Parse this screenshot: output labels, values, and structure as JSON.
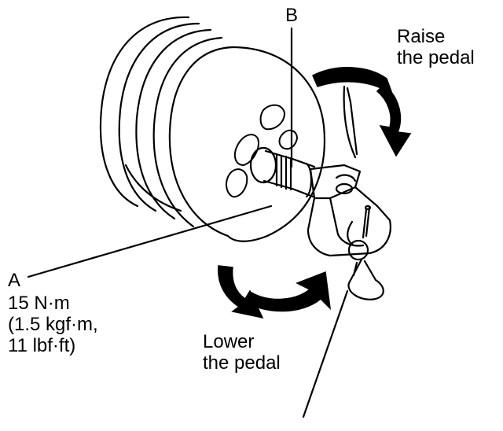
{
  "labels": {
    "b": "B",
    "a": "A",
    "a_spec": [
      "15 N·m",
      "(1.5 kgf·m,",
      "11 lbf·ft)"
    ],
    "raise": [
      "Raise",
      "the pedal"
    ],
    "lower": [
      "Lower",
      "the pedal"
    ]
  },
  "colors": {
    "ink": "#000000",
    "paper": "#ffffff"
  }
}
